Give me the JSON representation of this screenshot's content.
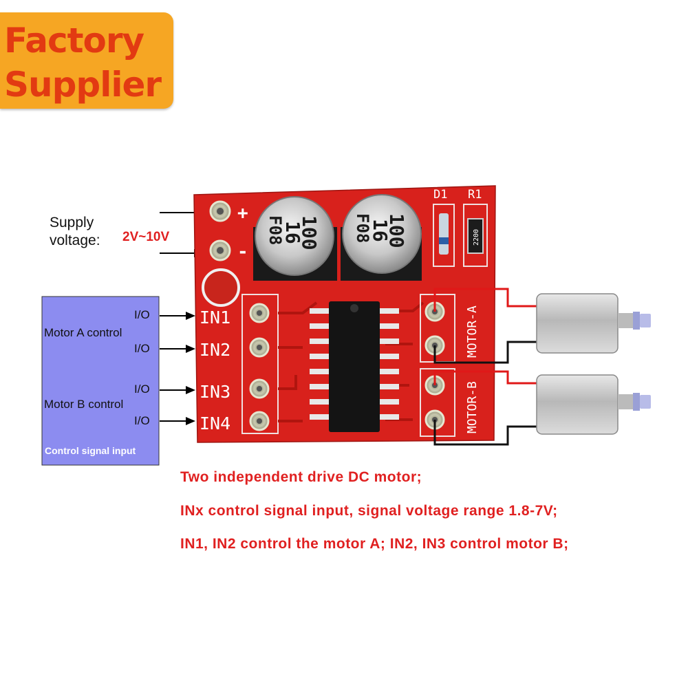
{
  "badge": {
    "line1": "Factory",
    "line2": "Supplier",
    "bg_color": "#f6a623",
    "text_color": "#e23a12"
  },
  "supply": {
    "label_line1": "Supply",
    "label_line2": "voltage:",
    "range": "2V~10V",
    "range_color": "#e02020"
  },
  "control_panel": {
    "bg_color": "#8c8cf0",
    "io_labels": [
      "I/O",
      "I/O",
      "I/O",
      "I/O"
    ],
    "motor_a_label": "Motor A control",
    "motor_b_label": "Motor B control",
    "footer": "Control signal input"
  },
  "board": {
    "color": "#d8211c",
    "pin_plus": "+",
    "pin_minus": "-",
    "inputs": [
      "IN1",
      "IN2",
      "IN3",
      "IN4"
    ],
    "cap1": {
      "line1": "100",
      "line2": "16",
      "line3": "F08"
    },
    "cap2": {
      "line1": "100",
      "line2": "16",
      "line3": "F08"
    },
    "d1": "D1",
    "r1": "R1",
    "resistor_code": "2200",
    "motor_a": "MOTOR-A",
    "motor_b": "MOTOR-B"
  },
  "notes": [
    "Two independent drive DC motor;",
    "INx control signal input, signal voltage range 1.8-7V;",
    "IN1, IN2 control the motor A; IN2, IN3 control motor B;"
  ]
}
